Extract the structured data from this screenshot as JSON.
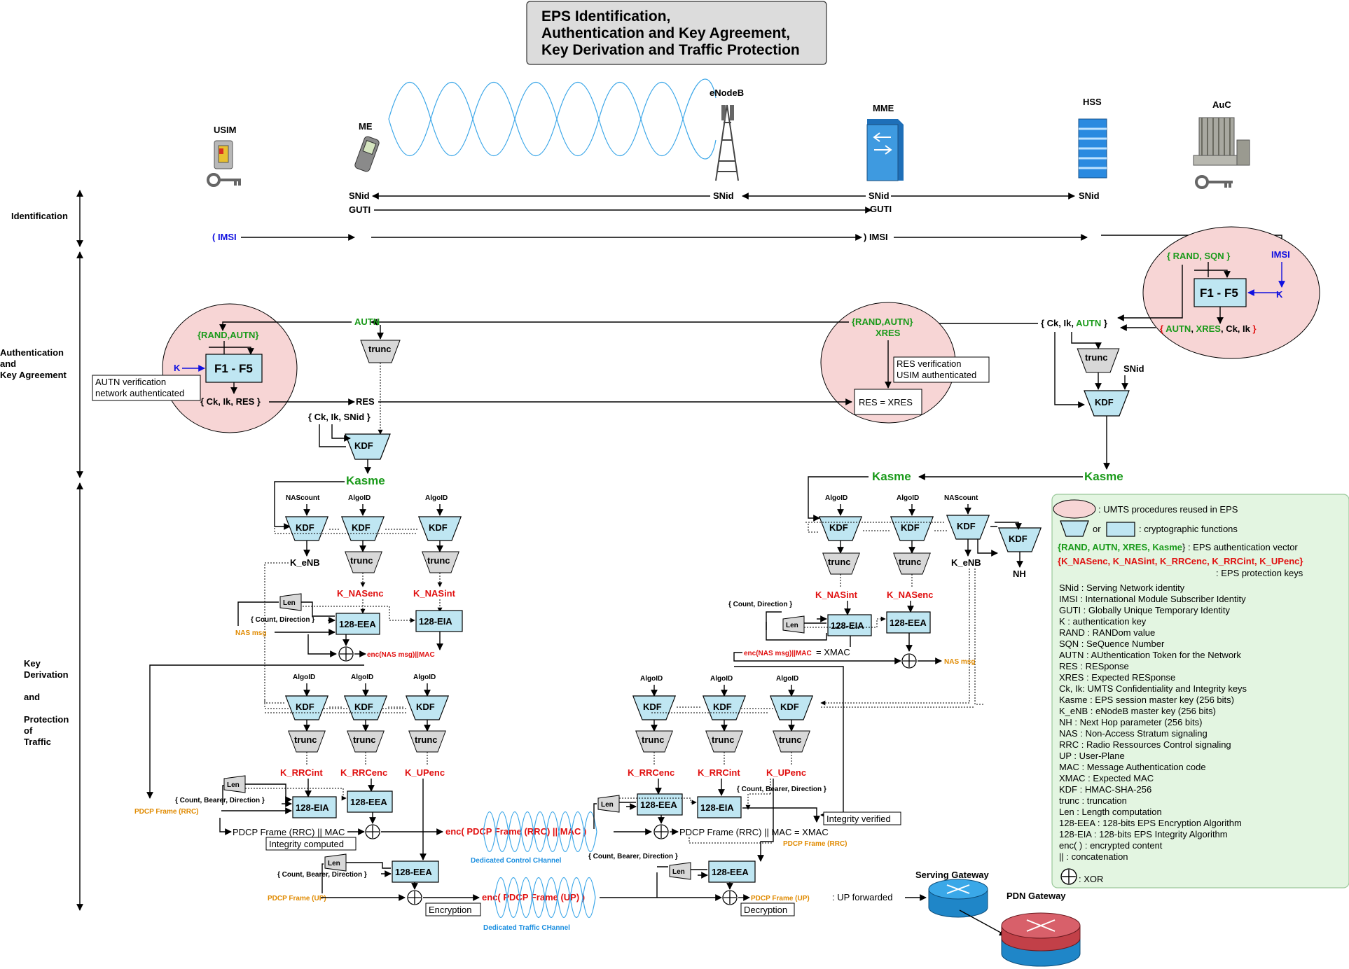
{
  "title": [
    "EPS Identification,",
    "Authentication and Key Agreement,",
    "Key Derivation and Traffic Protection"
  ],
  "entities": {
    "usim": "USIM",
    "me": "ME",
    "enodeb": "eNodeB",
    "mme": "MME",
    "hss": "HSS",
    "auc": "AuC",
    "sgw": "Serving Gateway",
    "pgw": "PDN Gateway"
  },
  "phases": {
    "identification": "Identification",
    "aka": [
      "Authentication",
      "and",
      "Key Agreement"
    ],
    "kd": [
      "Key",
      "Derivation",
      "and",
      "Protection",
      "of",
      "Traffic"
    ]
  },
  "ident": {
    "snid": "SNid",
    "guti": "GUTI",
    "imsi_open": "( IMSI",
    "imsi_close": ") IMSI"
  },
  "aka": {
    "rand_sqn": "{ RAND, SQN }",
    "imsi": "IMSI",
    "f1f5": "F1 - F5",
    "k": "K",
    "auc_out_open": "{ ",
    "autn": "AUTN",
    "xres": "XRES",
    "ck_ik": "Ck, Ik",
    "ck_ik_autn": "{ Ck, Ik, AUTN }",
    "rand_autn": "{RAND,AUTN}",
    "mme_rand_autn": "{RAND,AUTN}",
    "mme_xres": "XRES",
    "trunc": "trunc",
    "snid": "SNid",
    "kdf": "KDF",
    "res_verif": [
      "RES verification",
      "USIM authenticated"
    ],
    "res_eq": "RES = XRES",
    "autn_verif": [
      "AUTN verification",
      "network authenticated"
    ],
    "ck_ik_res": "{ Ck, Ik, RES }",
    "res": "RES",
    "ck_ik_snid": "{ Ck, Ik, SNid }",
    "kasme": "Kasme"
  },
  "kd": {
    "nascount": "NAScount",
    "algoid": "AlgoID",
    "k_enb": "K_eNB",
    "nh": "NH",
    "k_nasenc": "K_NASenc",
    "k_nasint": "K_NASint",
    "k_rrcint": "K_RRCint",
    "k_rrcenc": "K_RRCenc",
    "k_upenc": "K_UPenc",
    "len": "Len",
    "eea": "128-EEA",
    "eia": "128-EIA",
    "count_dir": "{ Count, Direction }",
    "count_bearer_dir": "{ Count, Bearer, Direction }",
    "nas_msg": "NAS msg",
    "enc_nas_mac": "enc(NAS msg)||MAC",
    "enc_nas_xmac": "enc(NAS msg)||MAC = XMAC",
    "pdcp_rrc": "PDCP Frame (RRC)",
    "pdcp_rrc_mac": "PDCP Frame (RRC) || MAC",
    "integrity_computed": "Integrity computed",
    "enc_pdcp_rrc": "enc( PDCP Frame (RRC) || MAC )",
    "dccch": "Dedicated Control CHannel",
    "pdcp_rrc_xmac": "PDCP Frame (RRC) || MAC = XMAC",
    "integrity_verified": "Integrity verified",
    "pdcp_up": "PDCP Frame (UP)",
    "encryption": "Encryption",
    "enc_pdcp_up": "enc( PDCP Frame (UP) )",
    "dtch": "Dedicated Traffic CHannel",
    "decryption": "Decryption",
    "up_forwarded": ": UP forwarded"
  },
  "legend": {
    "umts": ": UMTS procedures reused in EPS",
    "or": "or",
    "crypto": ": cryptographic functions",
    "vec_pre": "{",
    "vec_items": [
      "RAND",
      "AUTN",
      "XRES",
      "Kasme"
    ],
    "vec_post": "} : EPS authentication vector",
    "keys_items": [
      "K_NASenc",
      "K_NASint",
      "K_RRCenc",
      "K_RRCint",
      "K_UPenc"
    ],
    "keys_desc": ": EPS protection keys",
    "defs": [
      "SNid : Serving Network identity",
      "IMSI : International Module Subscriber Identity",
      "GUTI : Globally Unique Temporary Identity",
      "K : authentication key",
      "RAND : RANDom value",
      "SQN : SeQuence Number",
      "AUTN : AUthentication Token for the Network",
      "RES : RESponse",
      "XRES : Expected RESponse",
      "Ck, Ik: UMTS Confidentiality and Integrity keys",
      "Kasme : EPS session master key (256 bits)",
      "K_eNB : eNodeB master key (256 bits)",
      "NH : Next Hop parameter (256 bits)",
      "NAS : Non-Access Stratum signaling",
      "RRC : Radio Ressources Control signaling",
      "UP : User-Plane",
      "MAC : Message Authentication code",
      "XMAC : Expected MAC",
      "KDF : HMAC-SHA-256",
      "trunc : truncation",
      "Len : Length computation",
      "128-EEA : 128-bits EPS Encryption Algorithm",
      "128-EIA : 128-bits EPS Integrity Algorithm",
      "enc( ) : encrypted content",
      "|| : concatenation"
    ],
    "xor": ": XOR"
  },
  "colors": {
    "green": "#1a9a1a",
    "red": "#e01010",
    "blue": "#1010e0",
    "orange": "#e08a00",
    "cyan": "#1c8fe0",
    "pink": "#f7d5d5",
    "box": "#bfe6f2",
    "legend_bg": "#e3f5e1"
  }
}
